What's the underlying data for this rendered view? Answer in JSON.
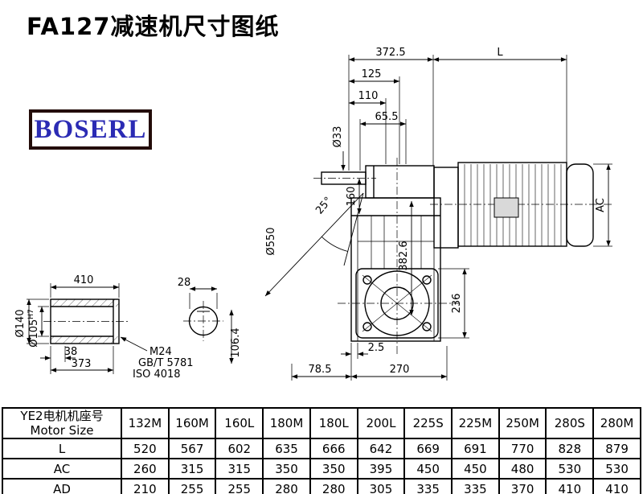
{
  "page": {
    "title": "FA127减速机尺寸图纸"
  },
  "logo": {
    "text": "BOSERL"
  },
  "drawing": {
    "d372_5": "372.5",
    "L": "L",
    "d125": "125",
    "d110": "110",
    "d65_5": "65.5",
    "d33": "Ø33",
    "d160": "160",
    "angle25": "25°",
    "d550": "Ø550",
    "d382_6": "382.6",
    "AC": "AC",
    "d236": "236",
    "d2_5": "2.5",
    "d78_5": "78.5",
    "d270": "270",
    "d410": "410",
    "d140": "Ø140",
    "d105": "Ø105",
    "d105_tol": "H7",
    "d38": "38",
    "d373": "373",
    "d28": "28",
    "d106_4": "106.4",
    "m24": "M24",
    "gbt": "GB/T 5781",
    "iso": "ISO 4018"
  },
  "table": {
    "header_cn": "YE2电机机座号",
    "header_en": "Motor Size",
    "columns": [
      "132M",
      "160M",
      "160L",
      "180M",
      "180L",
      "200L",
      "225S",
      "225M",
      "250M",
      "280S",
      "280M"
    ],
    "rows": [
      {
        "label": "L",
        "values": [
          "520",
          "567",
          "602",
          "635",
          "666",
          "642",
          "669",
          "691",
          "770",
          "828",
          "879"
        ]
      },
      {
        "label": "AC",
        "values": [
          "260",
          "315",
          "315",
          "350",
          "350",
          "395",
          "450",
          "450",
          "480",
          "530",
          "530"
        ]
      },
      {
        "label": "AD",
        "values": [
          "210",
          "255",
          "255",
          "280",
          "280",
          "305",
          "335",
          "335",
          "370",
          "410",
          "410"
        ]
      }
    ]
  }
}
